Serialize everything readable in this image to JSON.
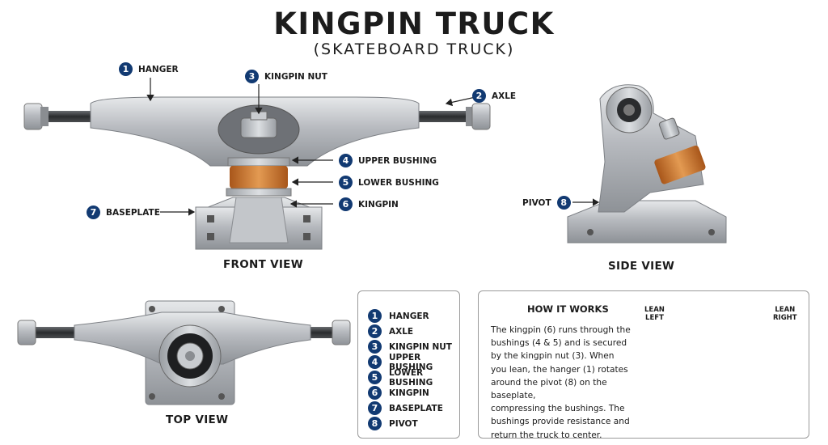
{
  "title": "KINGPIN TRUCK",
  "subtitle": "(SKATEBOARD TRUCK)",
  "colors": {
    "badge": "#123a72",
    "metal": "#b9bcc0",
    "bushing": "#d8822e",
    "arrow": "#1f5fa8"
  },
  "views": {
    "front": "FRONT VIEW",
    "side": "SIDE VIEW",
    "top": "TOP VIEW"
  },
  "callouts": {
    "hanger": {
      "num": "1",
      "label": "HANGER"
    },
    "axle": {
      "num": "2",
      "label": "AXLE"
    },
    "kingpin_nut": {
      "num": "3",
      "label": "KINGPIN NUT"
    },
    "upper_bushing": {
      "num": "4",
      "label": "UPPER BUSHING"
    },
    "lower_bushing": {
      "num": "5",
      "label": "LOWER BUSHING"
    },
    "kingpin": {
      "num": "6",
      "label": "KINGPIN"
    },
    "baseplate": {
      "num": "7",
      "label": "BASEPLATE"
    },
    "pivot": {
      "num": "8",
      "label": "PIVOT"
    }
  },
  "legend": [
    {
      "num": "1",
      "label": "HANGER"
    },
    {
      "num": "2",
      "label": "AXLE"
    },
    {
      "num": "3",
      "label": "KINGPIN NUT"
    },
    {
      "num": "4",
      "label": "UPPER BUSHING"
    },
    {
      "num": "5",
      "label": "LOWER BUSHING"
    },
    {
      "num": "6",
      "label": "KINGPIN"
    },
    {
      "num": "7",
      "label": "BASEPLATE"
    },
    {
      "num": "8",
      "label": "PIVOT"
    }
  ],
  "how_it_works": {
    "title": "HOW IT WORKS",
    "lines": [
      "The kingpin (6) runs through the",
      "bushings (4 & 5) and is secured",
      "by the kingpin nut (3). When",
      "you lean, the hanger (1) rotates",
      "around the pivot (8) on the baseplate,",
      "compressing the bushings. The",
      "bushings provide resistance and",
      "return the truck to center."
    ],
    "lean_left": [
      "LEAN",
      "LEFT"
    ],
    "lean_right": [
      "LEAN",
      "RIGHT"
    ]
  }
}
